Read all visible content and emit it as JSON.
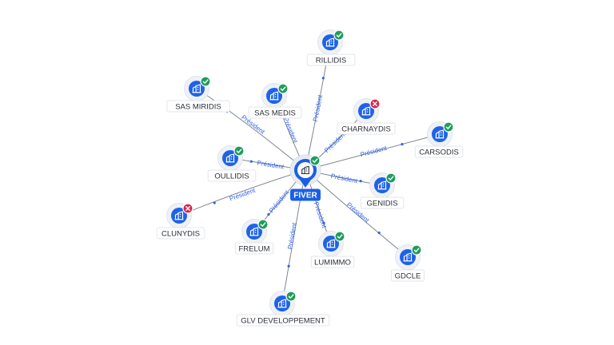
{
  "center": {
    "name": "FIVER",
    "status": "active"
  },
  "relation_label": "Président",
  "colors": {
    "node_blue": "#1e62e8",
    "center_blue": "#1a5fe6",
    "active_green": "#1f9d5a",
    "inactive_red": "#d8264d",
    "edge": "#7f8790",
    "edge_label": "#2f62e9"
  },
  "companies": [
    {
      "name": "RILLIDIS",
      "status": "active"
    },
    {
      "name": "SAS MIRIDIS",
      "status": "active"
    },
    {
      "name": "SAS MEDIS",
      "status": "active"
    },
    {
      "name": "CHARNAYDIS",
      "status": "inactive"
    },
    {
      "name": "CARSODIS",
      "status": "active"
    },
    {
      "name": "OULLIDIS",
      "status": "active"
    },
    {
      "name": "GENIDIS",
      "status": "active"
    },
    {
      "name": "CLUNYDIS",
      "status": "inactive"
    },
    {
      "name": "FRELUM",
      "status": "active"
    },
    {
      "name": "LUMIMMO",
      "status": "active"
    },
    {
      "name": "GDCLE",
      "status": "active"
    },
    {
      "name": "GLV DEVELOPPEMENT",
      "status": "active"
    }
  ]
}
